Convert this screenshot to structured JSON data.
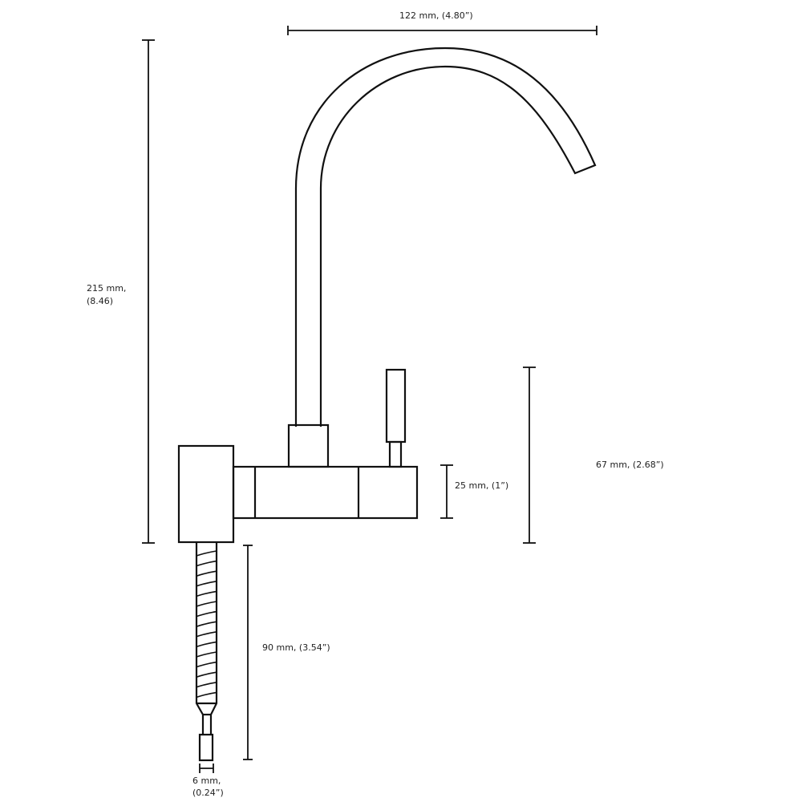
{
  "dimensions": {
    "spout_reach": "122 mm, (4.80”)",
    "total_height_line1": "215 mm,",
    "total_height_line2": "(8.46)",
    "handle_height": "67 mm, (2.68”)",
    "body_height": "25 mm, (1”)",
    "hose_length": "90 mm, (3.54”)",
    "hose_diameter_line1": "6 mm,",
    "hose_diameter_line2": "(0.24”)"
  },
  "colors": {
    "line": "#111111",
    "background": "#ffffff"
  }
}
